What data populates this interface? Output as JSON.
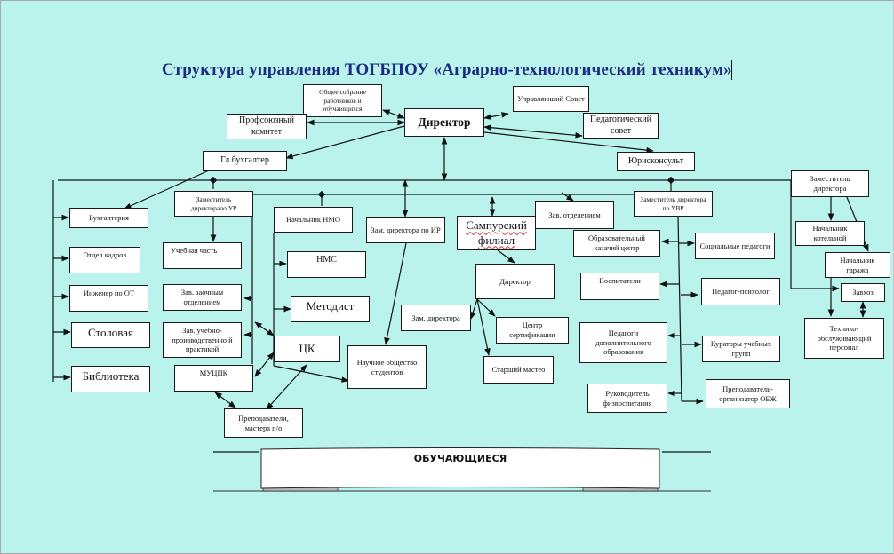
{
  "title": "Структура управления ТОГБПОУ «Аграрно-технологический техникум»",
  "nodes": {
    "obshee_sobranie": "Общее собрание работников и обучающихся",
    "profkom": "Профсоюзный комитет",
    "direktor": "Директор",
    "upr_sovet": "Управляющий Совет",
    "ped_sovet": "Педагогический совет",
    "glbuh": "Гл.бухгалтер",
    "yuriskonsult": "Юрисконсульт",
    "buhgalteriya": "Бухгалтерия",
    "otdel_kadrov": "Отдел кадров",
    "inzhener_ot": "Инженер по ОТ",
    "stolovaya": "Столовая",
    "biblioteka": "Библиотека",
    "zam_ur": "Заместитель директорапо УР",
    "uchebnaya_chast": "Учебная часть",
    "zav_zaochnym": "Зав. заочным отделением",
    "zav_praktikoy": "Зав. учебно-производственно й практикой",
    "mutspk": "МУЦПК",
    "nachalnik_nmo": "Начальник НМО",
    "nms": "НМС",
    "metodist": "Методист",
    "tsk": "ЦК",
    "prepodavateli": "Преподаватели, мастера п/о",
    "zam_ir": "Зам. директора по ИР",
    "nauchnoe_obshestvo": "Научное общество студентов",
    "sampur_filial": "Сампурский филиал",
    "filial_direktor": "Директор",
    "filial_zam": "Зам. директора",
    "tsentr_sert": "Центр сертификации",
    "starshiy_master": "Старший мастео",
    "zav_otdeleniem": "Зав. отделением",
    "zam_uvr": "Заместитель директора по УВР",
    "kazachiy_tsentr": "Образовательный казачий центр",
    "sots_pedagogi": "Социальные педагоги",
    "vospitateli": "Воспитатели",
    "pedagog_psiholog": "Педагог-психолог",
    "pedagogi_dop": "Педагоги дополнительного образования",
    "kuratory": "Кураторы учебных групп",
    "ruk_fizvosp": "Руководитель физвоспитания",
    "prepod_obzh": "Преподаватель-организатор ОБЖ",
    "zam_direktora": "Заместитель директора",
    "nach_kotelnoy": "Начальник котельной",
    "nach_garazha": "Начальник гаража",
    "zavhoz": "Завхоз",
    "tehn_personal": "Технико-обслуживающий персонал"
  },
  "banner": {
    "label": "ОБУЧАЮЩИЕСЯ"
  },
  "colors": {
    "background": "#b9f3ec",
    "title": "#1c2a82",
    "line": "#111111",
    "box": "#ffffff"
  }
}
